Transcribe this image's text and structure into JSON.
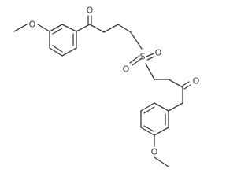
{
  "molecule": {
    "atoms": {
      "o_methoxy_top": "O",
      "o_ketone_top": "O",
      "s_center": "S",
      "o_sulfonyl_left": "O",
      "o_sulfonyl_right": "O",
      "o_ketone_bottom": "O",
      "o_methoxy_bottom": "O"
    }
  }
}
